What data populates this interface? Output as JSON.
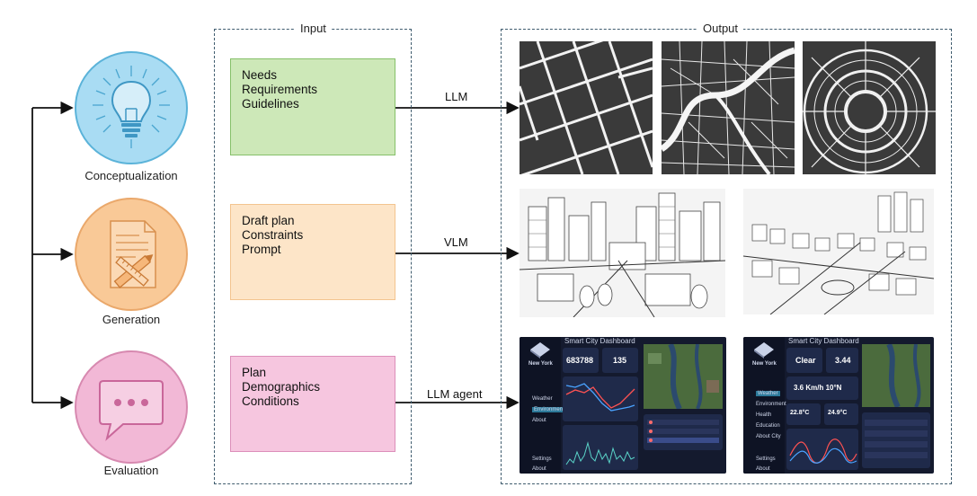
{
  "stages": [
    {
      "label": "Conceptualization",
      "color": "#a9dcf3",
      "border": "#5bb3d9",
      "icon": "lightbulb-icon"
    },
    {
      "label": "Generation",
      "color": "#f9c997",
      "border": "#eaa86b",
      "icon": "document-pencil-icon"
    },
    {
      "label": "Evaluation",
      "color": "#f2b8d6",
      "border": "#d789b0",
      "icon": "chat-bubble-icon"
    }
  ],
  "input": {
    "title": "Input",
    "boxes": [
      {
        "lines": [
          "Needs",
          "Requirements",
          "Guidelines"
        ],
        "color": "#cde8b8",
        "border": "#86c06a"
      },
      {
        "lines": [
          "Draft plan",
          "Constraints",
          "Prompt"
        ],
        "color": "#fde5c8",
        "border": "#f3c48f"
      },
      {
        "lines": [
          "Plan",
          "Demographics",
          "Conditions"
        ],
        "color": "#f6c6df",
        "border": "#dc8fba"
      }
    ]
  },
  "arrows": [
    "LLM",
    "VLM",
    "LLM agent"
  ],
  "output": {
    "title": "Output",
    "dashboards": [
      {
        "city": "New York",
        "title": "Smart City Dashboard",
        "stat1": "683788",
        "stat2": "135",
        "menu": [
          "Weather",
          "Environment",
          "About"
        ],
        "footer": [
          "Settings",
          "About"
        ]
      },
      {
        "city": "New York",
        "title": "Smart City Dashboard",
        "stat1": "Clear",
        "stat2": "3.44",
        "wind": "3.6 Km/h 10°N",
        "temp1": "22.8°C",
        "temp2": "24.9°C",
        "menu": [
          "Weather",
          "Environment",
          "Health",
          "Education",
          "About City"
        ],
        "footer": [
          "Settings",
          "About"
        ]
      }
    ]
  }
}
